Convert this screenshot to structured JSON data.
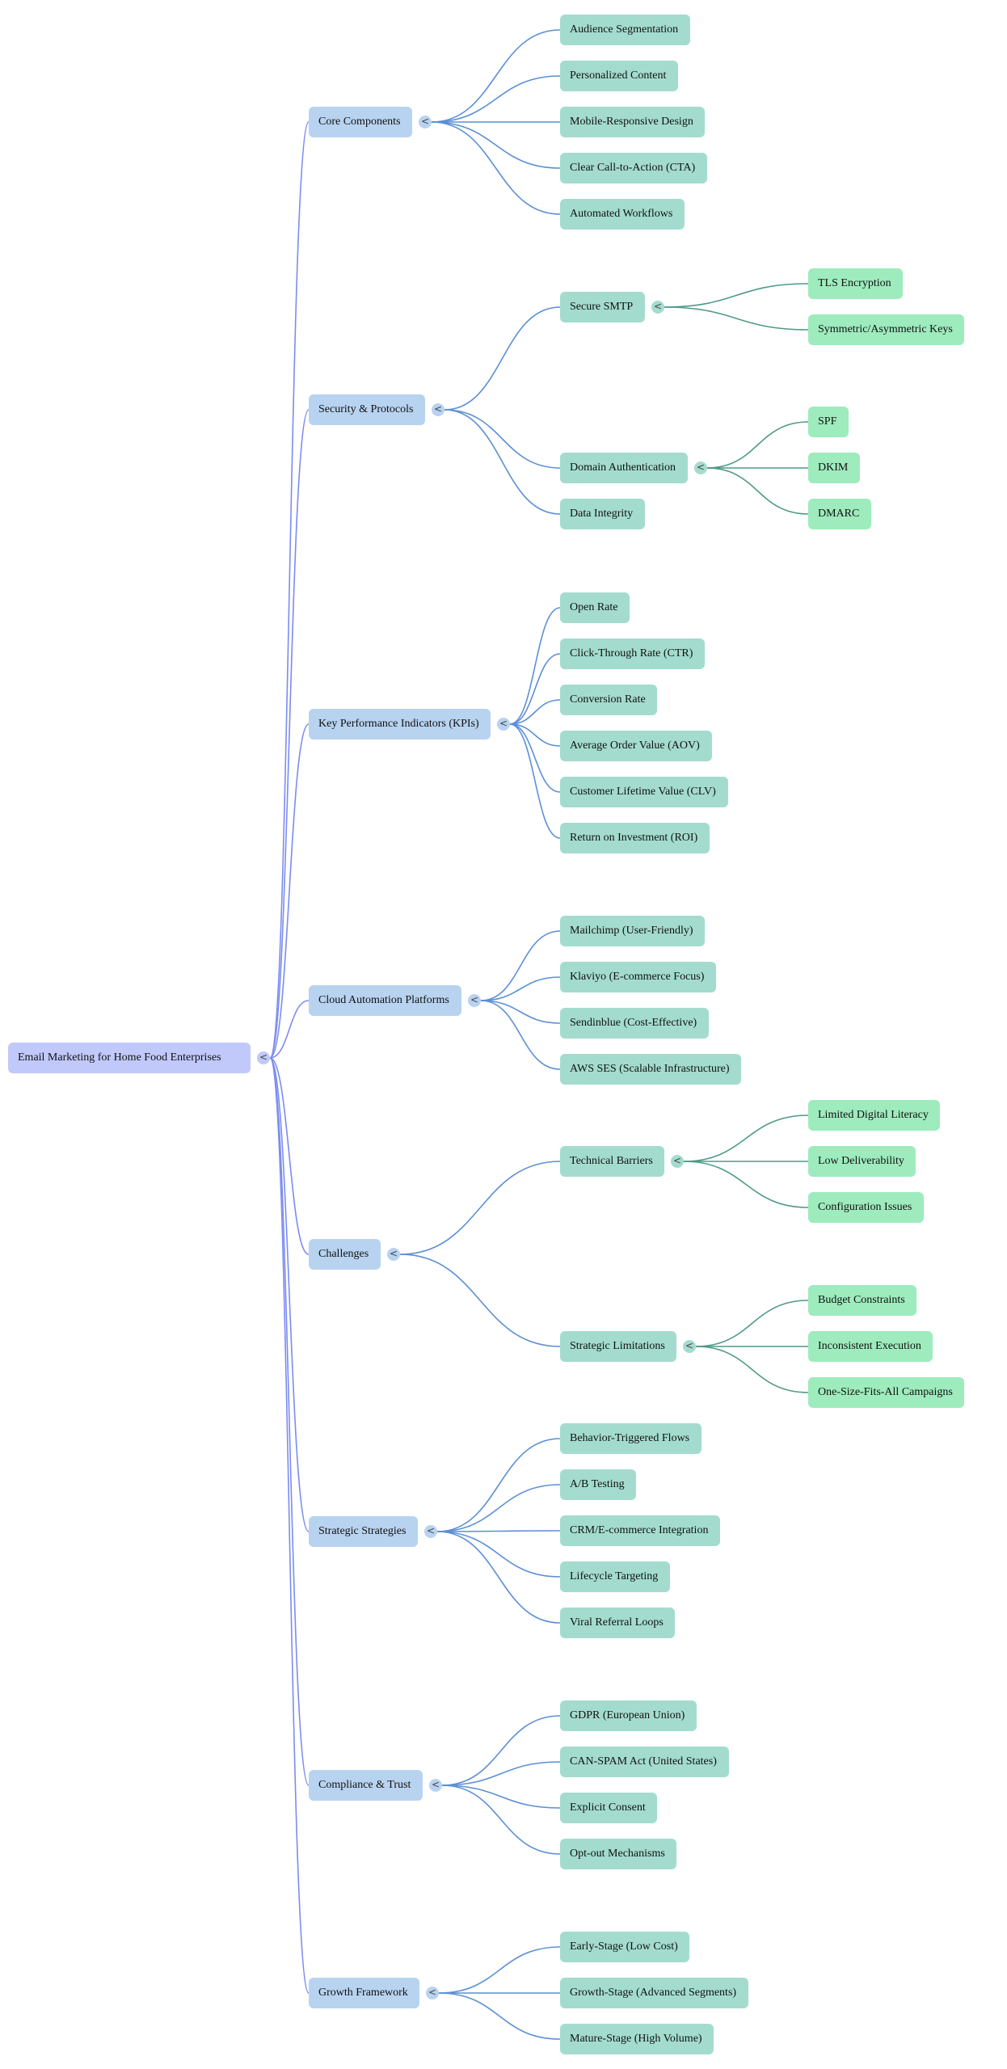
{
  "mindmap": {
    "colors": {
      "root_fill": "#c1c9fb",
      "branch_fill": "#b8d3f0",
      "topic_fill": "#a3dccf",
      "leaf_fill": "#9eebbd",
      "root_link": "#7b8cf0",
      "branch_link": "#5b8fd6",
      "topic_link": "#4f9a88"
    },
    "toggle_glyph": "<",
    "root": {
      "label": "Email Marketing for Home Food Enterprises",
      "children": [
        {
          "label": "Core Components",
          "children": [
            {
              "label": "Audience Segmentation"
            },
            {
              "label": "Personalized Content"
            },
            {
              "label": "Mobile-Responsive Design"
            },
            {
              "label": "Clear Call-to-Action (CTA)"
            },
            {
              "label": "Automated Workflows"
            }
          ]
        },
        {
          "label": "Security & Protocols",
          "children": [
            {
              "label": "Secure SMTP",
              "children": [
                {
                  "label": "TLS Encryption"
                },
                {
                  "label": "Symmetric/Asymmetric Keys"
                }
              ]
            },
            {
              "label": "Domain Authentication",
              "children": [
                {
                  "label": "SPF"
                },
                {
                  "label": "DKIM"
                },
                {
                  "label": "DMARC"
                }
              ]
            },
            {
              "label": "Data Integrity"
            }
          ]
        },
        {
          "label": "Key Performance Indicators (KPIs)",
          "children": [
            {
              "label": "Open Rate"
            },
            {
              "label": "Click-Through Rate (CTR)"
            },
            {
              "label": "Conversion Rate"
            },
            {
              "label": "Average Order Value (AOV)"
            },
            {
              "label": "Customer Lifetime Value (CLV)"
            },
            {
              "label": "Return on Investment (ROI)"
            }
          ]
        },
        {
          "label": "Cloud Automation Platforms",
          "children": [
            {
              "label": "Mailchimp (User-Friendly)"
            },
            {
              "label": "Klaviyo (E-commerce Focus)"
            },
            {
              "label": "Sendinblue (Cost-Effective)"
            },
            {
              "label": "AWS SES (Scalable Infrastructure)"
            }
          ]
        },
        {
          "label": "Challenges",
          "children": [
            {
              "label": "Technical Barriers",
              "children": [
                {
                  "label": "Limited Digital Literacy"
                },
                {
                  "label": "Low Deliverability"
                },
                {
                  "label": "Configuration Issues"
                }
              ]
            },
            {
              "label": "Strategic Limitations",
              "children": [
                {
                  "label": "Budget Constraints"
                },
                {
                  "label": "Inconsistent Execution"
                },
                {
                  "label": "One-Size-Fits-All Campaigns"
                }
              ]
            }
          ]
        },
        {
          "label": "Strategic Strategies",
          "children": [
            {
              "label": "Behavior-Triggered Flows"
            },
            {
              "label": "A/B Testing"
            },
            {
              "label": "CRM/E-commerce Integration"
            },
            {
              "label": "Lifecycle Targeting"
            },
            {
              "label": "Viral Referral Loops"
            }
          ]
        },
        {
          "label": "Compliance & Trust",
          "children": [
            {
              "label": "GDPR (European Union)"
            },
            {
              "label": "CAN-SPAM Act (United States)"
            },
            {
              "label": "Explicit Consent"
            },
            {
              "label": "Opt-out Mechanisms"
            }
          ]
        },
        {
          "label": "Growth Framework",
          "children": [
            {
              "label": "Early-Stage (Low Cost)"
            },
            {
              "label": "Growth-Stage (Advanced Segments)"
            },
            {
              "label": "Mature-Stage (High Volume)"
            }
          ]
        }
      ]
    }
  }
}
